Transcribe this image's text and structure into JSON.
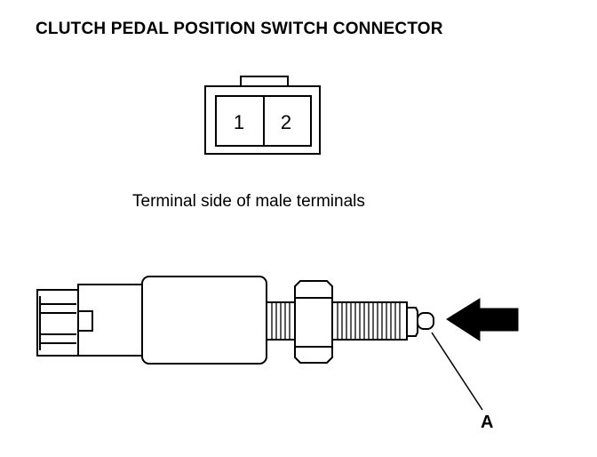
{
  "title": "CLUTCH PEDAL POSITION SWITCH CONNECTOR",
  "connector": {
    "pins": [
      "1",
      "2"
    ]
  },
  "caption": "Terminal side of male terminals",
  "callout_label": "A"
}
